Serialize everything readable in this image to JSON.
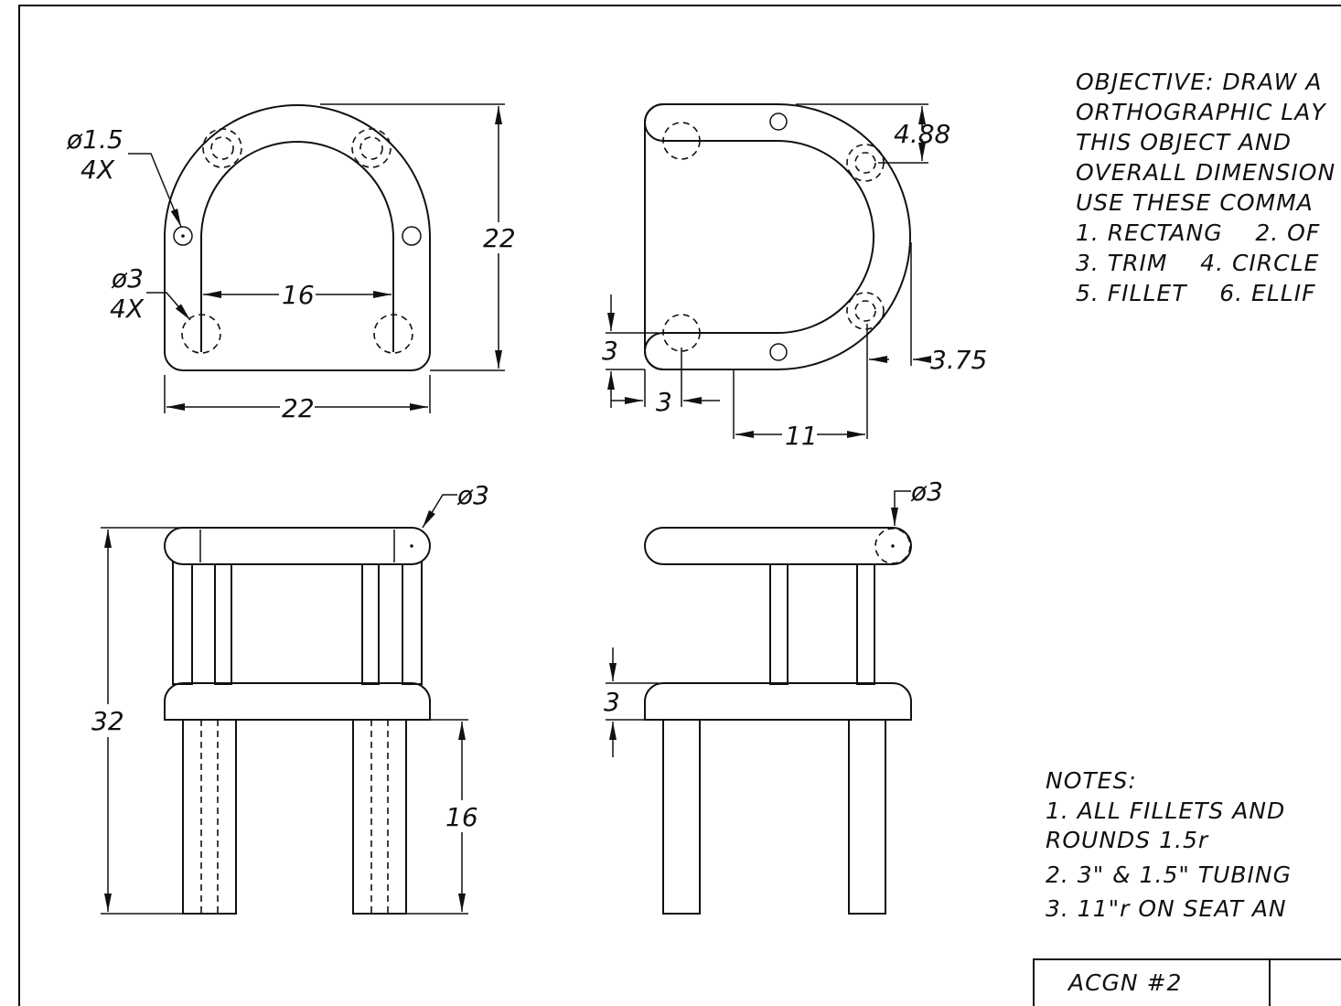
{
  "objective": {
    "lines": [
      "OBJECTIVE: DRAW A",
      "ORTHOGRAPHIC LAY",
      "THIS OBJECT AND",
      "OVERALL DIMENSION",
      "USE THESE COMMA",
      "1. RECTANG    2. OF",
      "3. TRIM    4. CIRCLE",
      "5. FILLET    6. ELLIF"
    ]
  },
  "notes": {
    "title": "NOTES:",
    "lines": [
      "1. ALL FILLETS AND",
      "ROUNDS 1.5r",
      "2. 3\" & 1.5\" TUBING",
      "3. 11\"r ON SEAT AN"
    ]
  },
  "title_block": {
    "label": "ACGN #2"
  },
  "top_view": {
    "hole_small": "ø1.5",
    "hole_small_qty": "4X",
    "hole_large": "ø3",
    "hole_large_qty": "4X",
    "inner_width": "16",
    "overall_width": "22",
    "overall_depth": "22"
  },
  "side_top_view": {
    "radius_offset": "4.88",
    "tube_width": "3",
    "tube_depth": "3",
    "offset": "3.75",
    "straight_length": "11"
  },
  "front_view": {
    "tube_dia": "ø3",
    "overall_height": "32",
    "leg_height": "16"
  },
  "side_view": {
    "tube_dia": "ø3",
    "seat_thickness": "3"
  }
}
